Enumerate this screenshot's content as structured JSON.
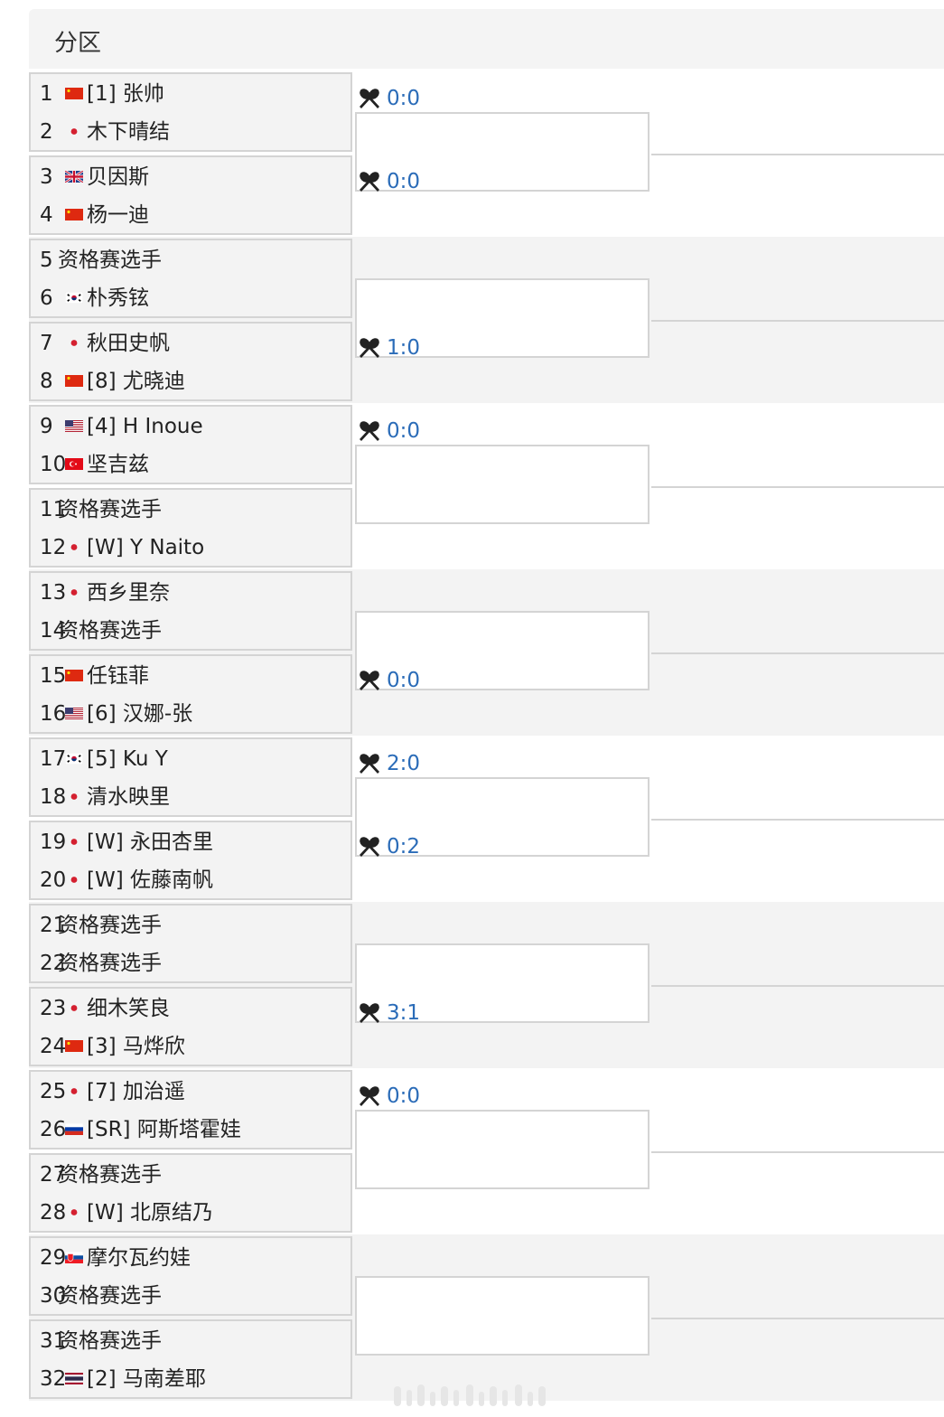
{
  "header": {
    "title": "分区"
  },
  "players": [
    {
      "num": "1",
      "flag": "cn",
      "name": "[1] 张帅"
    },
    {
      "num": "2",
      "flag": "jp",
      "name": "木下晴结"
    },
    {
      "num": "3",
      "flag": "gb",
      "name": "贝因斯"
    },
    {
      "num": "4",
      "flag": "cn",
      "name": "杨一迪"
    },
    {
      "num": "5",
      "flag": "",
      "name": "资格赛选手"
    },
    {
      "num": "6",
      "flag": "kr",
      "name": "朴秀铉"
    },
    {
      "num": "7",
      "flag": "jp",
      "name": "秋田史帆"
    },
    {
      "num": "8",
      "flag": "cn",
      "name": "[8] 尤晓迪"
    },
    {
      "num": "9",
      "flag": "us",
      "name": "[4] H Inoue"
    },
    {
      "num": "10",
      "flag": "tr",
      "name": "坚吉兹"
    },
    {
      "num": "11",
      "flag": "",
      "name": "资格赛选手"
    },
    {
      "num": "12",
      "flag": "jp",
      "name": "[W] Y Naito"
    },
    {
      "num": "13",
      "flag": "jp",
      "name": "西乡里奈"
    },
    {
      "num": "14",
      "flag": "",
      "name": "资格赛选手"
    },
    {
      "num": "15",
      "flag": "cn",
      "name": "任钰菲"
    },
    {
      "num": "16",
      "flag": "us",
      "name": "[6] 汉娜-张"
    },
    {
      "num": "17",
      "flag": "kr",
      "name": "[5] Ku Y"
    },
    {
      "num": "18",
      "flag": "jp",
      "name": "清水映里"
    },
    {
      "num": "19",
      "flag": "jp",
      "name": "[W] 永田杏里"
    },
    {
      "num": "20",
      "flag": "jp",
      "name": "[W] 佐藤南帆"
    },
    {
      "num": "21",
      "flag": "",
      "name": "资格赛选手"
    },
    {
      "num": "22",
      "flag": "",
      "name": "资格赛选手"
    },
    {
      "num": "23",
      "flag": "jp",
      "name": "细木笑良"
    },
    {
      "num": "24",
      "flag": "cn",
      "name": "[3] 马烨欣"
    },
    {
      "num": "25",
      "flag": "jp",
      "name": "[7] 加治遥"
    },
    {
      "num": "26",
      "flag": "ru",
      "name": "[SR] 阿斯塔霍娃"
    },
    {
      "num": "27",
      "flag": "",
      "name": "资格赛选手"
    },
    {
      "num": "28",
      "flag": "jp",
      "name": "[W] 北原结乃"
    },
    {
      "num": "29",
      "flag": "sk",
      "name": "摩尔瓦约娃"
    },
    {
      "num": "30",
      "flag": "",
      "name": "资格赛选手"
    },
    {
      "num": "31",
      "flag": "",
      "name": "资格赛选手"
    },
    {
      "num": "32",
      "flag": "th",
      "name": "[2] 马南差耶"
    }
  ],
  "scores": [
    {
      "match": 1,
      "text": "0:0"
    },
    {
      "match": 2,
      "text": "0:0"
    },
    {
      "match": 4,
      "text": "1:0"
    },
    {
      "match": 5,
      "text": "0:0"
    },
    {
      "match": 8,
      "text": "0:0"
    },
    {
      "match": 9,
      "text": "2:0"
    },
    {
      "match": 10,
      "text": "0:2"
    },
    {
      "match": 12,
      "text": "3:1"
    },
    {
      "match": 13,
      "text": "0:0"
    }
  ],
  "colors": {
    "score_text": "#2b6cb8",
    "border": "#d4d4d4",
    "shade": "#f3f3f3"
  },
  "icons": {
    "score_icon": "crossed-rackets-icon"
  }
}
